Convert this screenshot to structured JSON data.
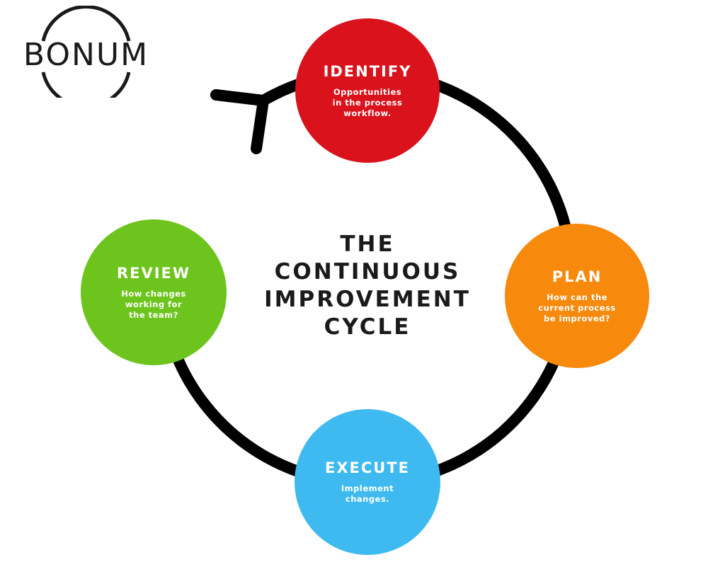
{
  "brand": {
    "logo_text": "BONUM"
  },
  "diagram": {
    "title_lines": [
      "THE",
      "CONTINUOUS",
      "IMPROVEMENT",
      "CYCLE"
    ],
    "stages": [
      {
        "key": "identify",
        "title": "IDENTIFY",
        "description": "Opportunities\nin the process\nworkflow.",
        "color": "#d9121c"
      },
      {
        "key": "plan",
        "title": "PLAN",
        "description": "How can the\ncurrent process\nbe improved?",
        "color": "#f7890d"
      },
      {
        "key": "execute",
        "title": "EXECUTE",
        "description": "Implement\nchanges.",
        "color": "#3fbaf0"
      },
      {
        "key": "review",
        "title": "REVIEW",
        "description": "How changes\nworking for\nthe team?",
        "color": "#6cc41c"
      }
    ],
    "ring_color": "#000000",
    "flow_direction": "clockwise"
  }
}
